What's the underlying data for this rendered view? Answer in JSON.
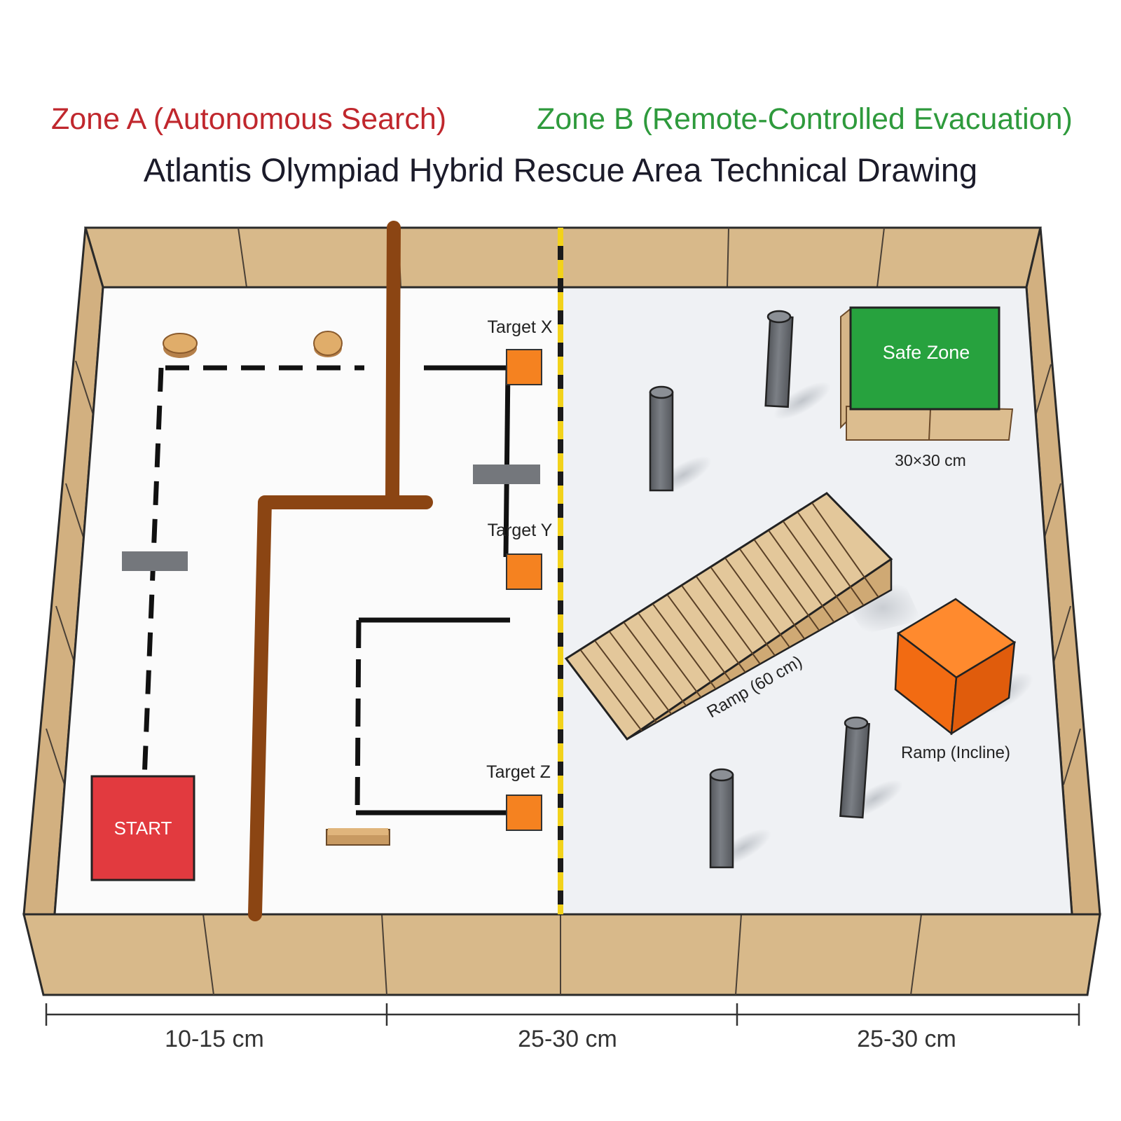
{
  "header": {
    "zone_a": "Zone A (Autonomous Search)",
    "zone_b": "Zone B (Remote-Controlled Evacuation)",
    "title": "Atlantis Olympiad Hybrid Rescue Area Technical Drawing"
  },
  "targets": {
    "x": "Target X",
    "y": "Target Y",
    "z": "Target Z"
  },
  "start": "START",
  "safe_zone": {
    "label": "Safe Zone",
    "size": "30×30 cm"
  },
  "ramp": {
    "label": "Ramp (60 cm)",
    "incline_label": "Ramp (Incline)"
  },
  "dimensions": [
    "10-15 cm",
    "25-30 cm",
    "25-30 cm"
  ],
  "colors": {
    "zone_a": "#c0272d",
    "zone_b": "#2e9a3c",
    "wall": "#d8b98a",
    "wood_line": "#8b4513",
    "divider": "#f2d21a",
    "start": "#e23a3f",
    "safe_zone": "#27a23e",
    "target": "#f58220",
    "box": "#f07414",
    "pillar": "#6a6d72"
  }
}
